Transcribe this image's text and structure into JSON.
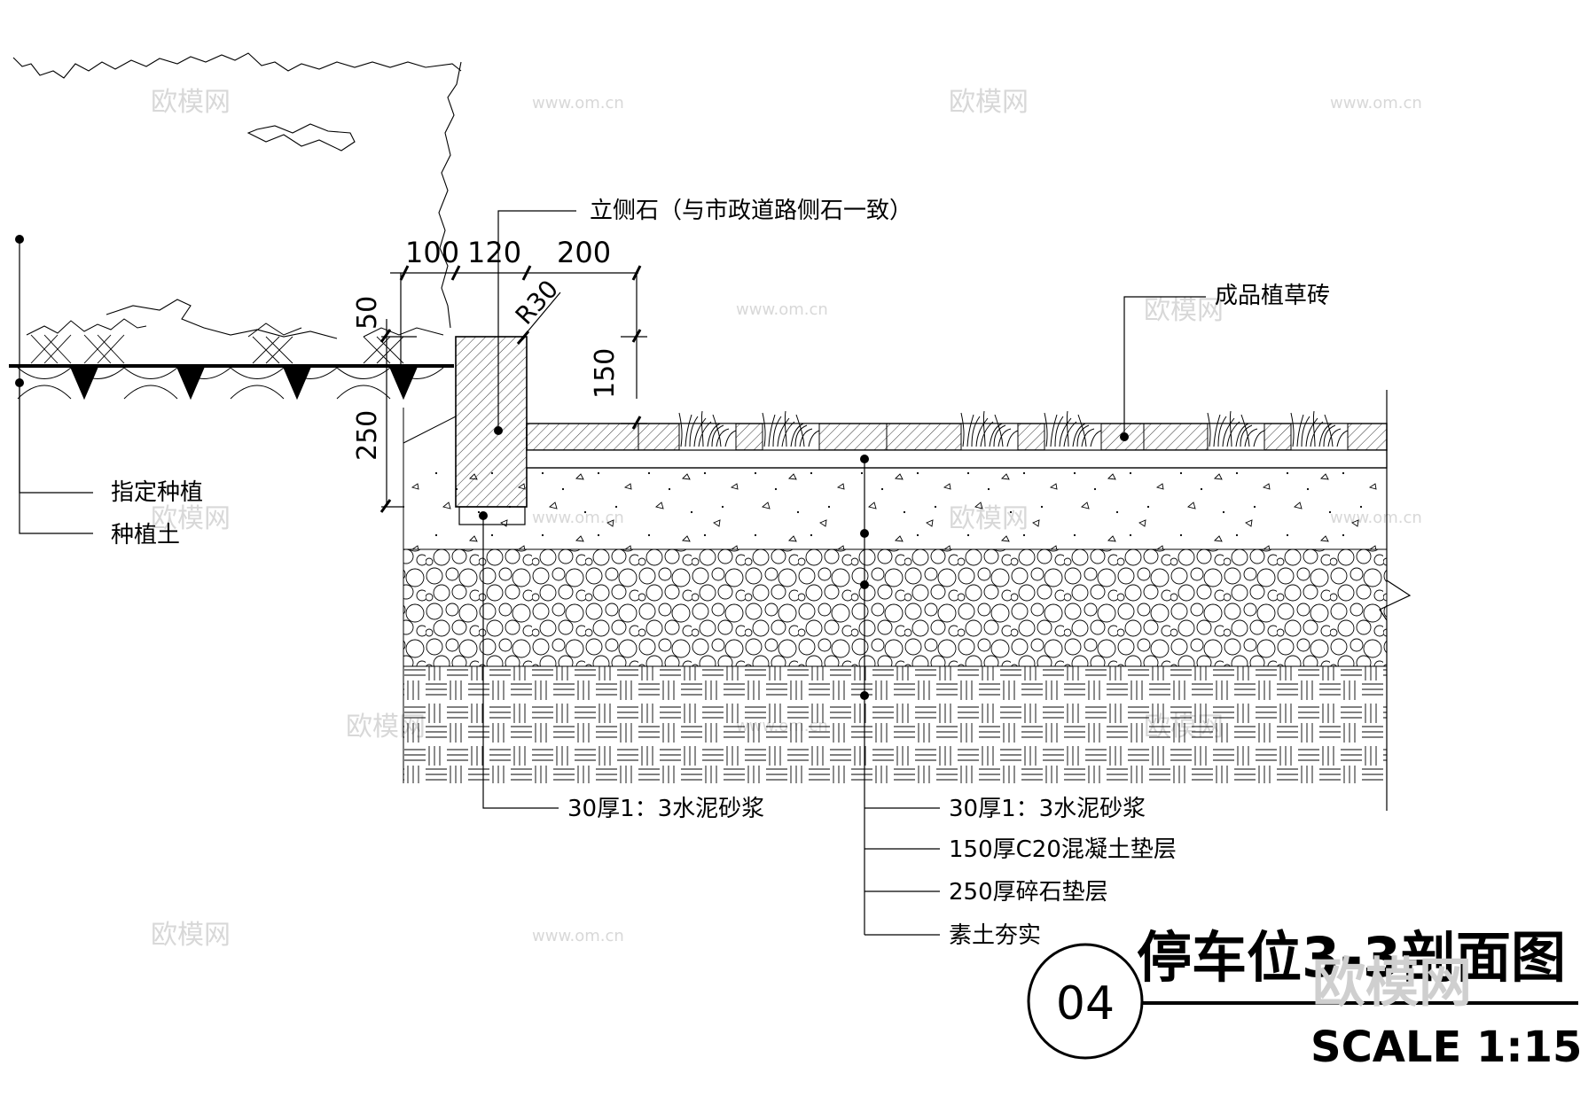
{
  "dimensions": {
    "d100": "100",
    "d120": "120",
    "d200": "200",
    "d50": "50",
    "d150": "150",
    "d250": "250",
    "radius": "R30"
  },
  "labels": {
    "curb_stone": "立侧石（与市政道路侧石一致）",
    "grass_brick": "成品植草砖",
    "designated_planting": "指定种植",
    "planting_soil": "种植土",
    "mortar_left": "30厚1：3水泥砂浆",
    "mortar_right": "30厚1：3水泥砂浆",
    "concrete": "150厚C20混凝土垫层",
    "gravel": "250厚碎石垫层",
    "soil_compact": "素土夯实"
  },
  "title_block": {
    "number": "04",
    "title": "停车位3-3剖面图",
    "scale": "SCALE 1:15"
  },
  "watermark": {
    "logo_text": "欧模网",
    "site_text": "www.om.cn"
  },
  "colors": {
    "line": "#000000",
    "watermark": "#d8d8d8"
  }
}
